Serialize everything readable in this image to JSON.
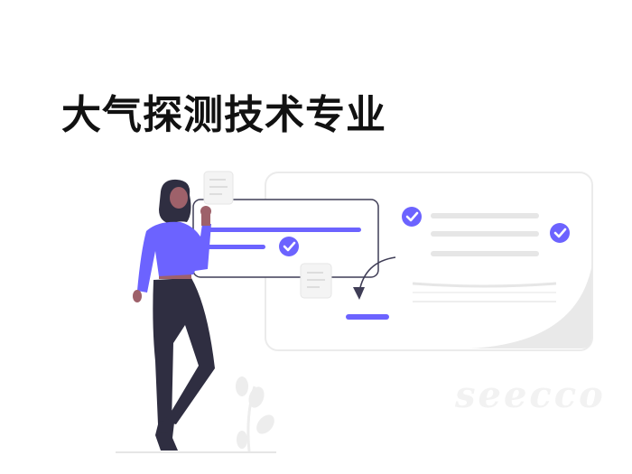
{
  "title": "大气探测技术专业",
  "watermark": "seecco",
  "colors": {
    "accent": "#6c63ff",
    "dark": "#2f2e41",
    "skin": "#9e616a",
    "light_gray": "#e6e6e6",
    "outline": "#3f3d56"
  },
  "illustration": {
    "description": "Woman pointing at checklist cards",
    "icons": [
      "check-circle-icon",
      "check-circle-icon",
      "check-circle-icon",
      "document-note-icon",
      "document-note-icon",
      "curved-arrow-icon",
      "plant-icon"
    ]
  }
}
